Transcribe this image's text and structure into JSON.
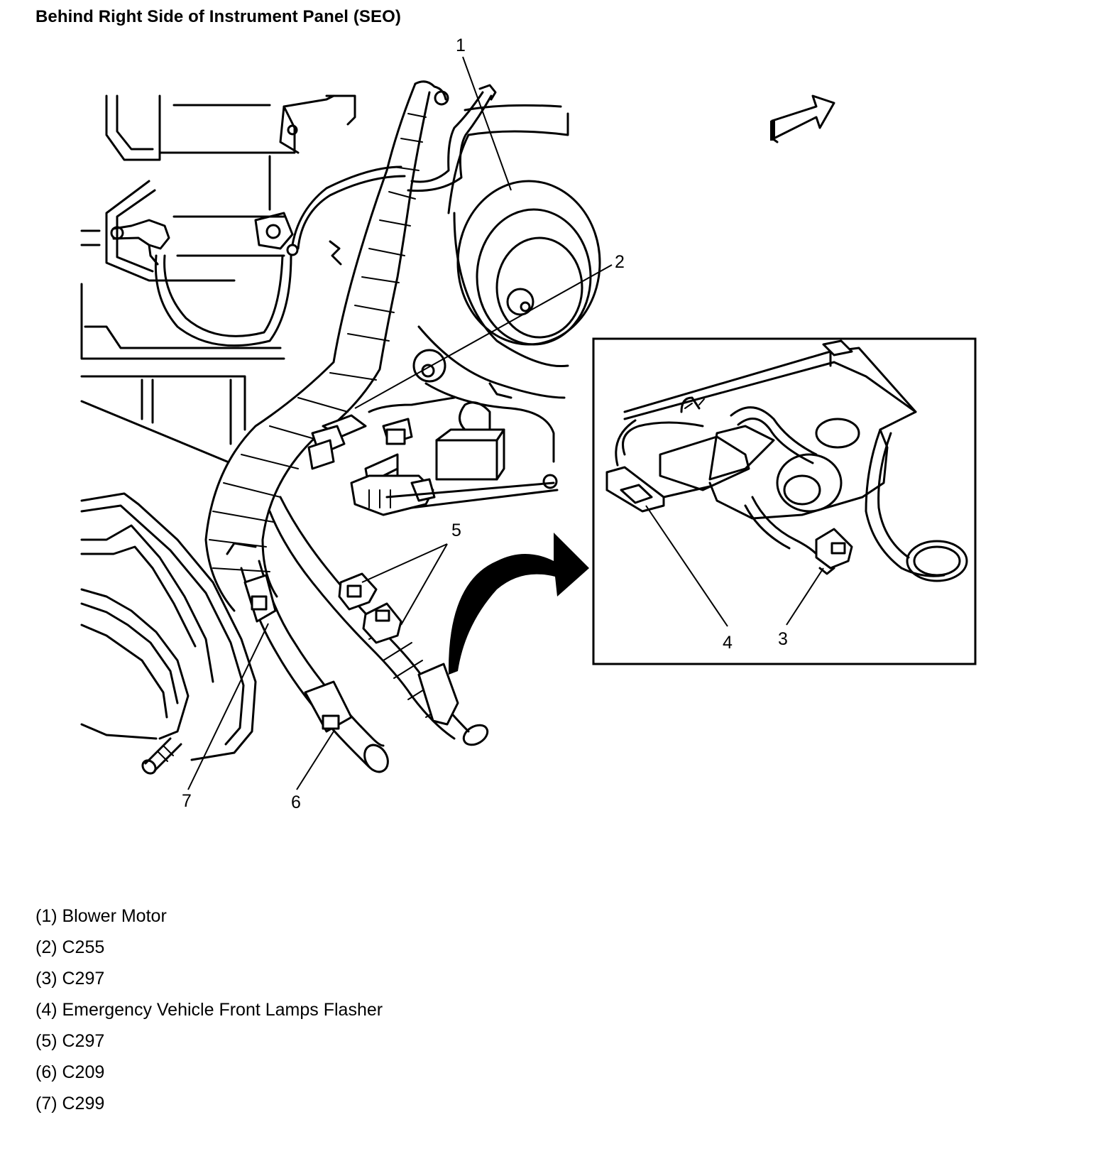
{
  "title": "Behind Right Side of Instrument Panel (SEO)",
  "callouts": {
    "c1": "1",
    "c2": "2",
    "c3": "3",
    "c4": "4",
    "c5": "5",
    "c6": "6",
    "c7": "7"
  },
  "legend": [
    "(1) Blower Motor",
    "(2) C255",
    "(3) C297",
    "(4) Emergency Vehicle Front Lamps Flasher",
    "(5) C297",
    "(6) C209",
    "(7) C299"
  ],
  "icons": {
    "direction_arrow": "forward-arrow-icon",
    "detail_arrow": "curved-arrow-icon"
  }
}
